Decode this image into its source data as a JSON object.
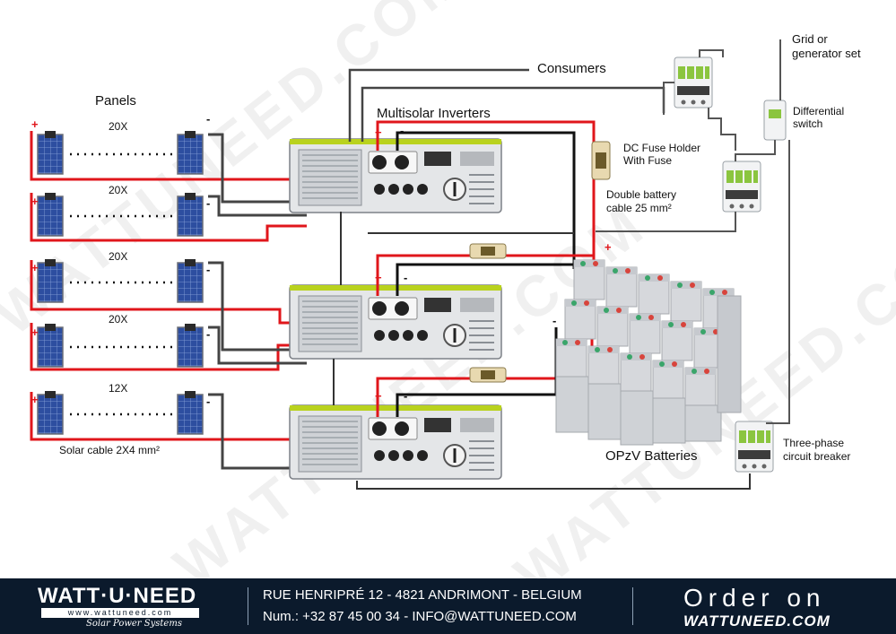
{
  "labels": {
    "panels": "Panels",
    "consumers": "Consumers",
    "inverters": "Multisolar Inverters",
    "grid_line1": "Grid or",
    "grid_line2": "generator set",
    "differential_line1": "Differential",
    "differential_line2": "switch",
    "fuse_line1": "DC Fuse Holder",
    "fuse_line2": "With Fuse",
    "battery_cable_line1": "Double battery",
    "battery_cable_line2": "cable 25 mm²",
    "batteries": "OPzV Batteries",
    "breaker_line1": "Three-phase",
    "breaker_line2": "circuit breaker",
    "solar_cable": "Solar cable 2X4 mm²"
  },
  "panel_strings": [
    {
      "count": "20X"
    },
    {
      "count": "20X"
    },
    {
      "count": "20X"
    },
    {
      "count": "20X"
    },
    {
      "count": "12X"
    }
  ],
  "polarity": {
    "plus": "+",
    "minus": "-"
  },
  "watermark": "WATTUNEED.COM",
  "footer": {
    "logo": "WATT·U·NEED",
    "logo_url": "www.wattuneed.com",
    "tagline": "Solar Power Systems",
    "address": "RUE HENRIPRÉ 12 - 4821 ANDRIMONT - BELGIUM",
    "contact": "Num.: +32 87 45 00 34 - INFO@WATTUNEED.COM",
    "order": "Order on",
    "site": "WATTUNEED.COM"
  },
  "colors": {
    "positive_wire": "#e0161b",
    "negative_wire": "#111111",
    "panel_cell": "#2d4ea0",
    "inverter_accent": "#b9d21e",
    "footer_bg": "#0b1a2c"
  }
}
